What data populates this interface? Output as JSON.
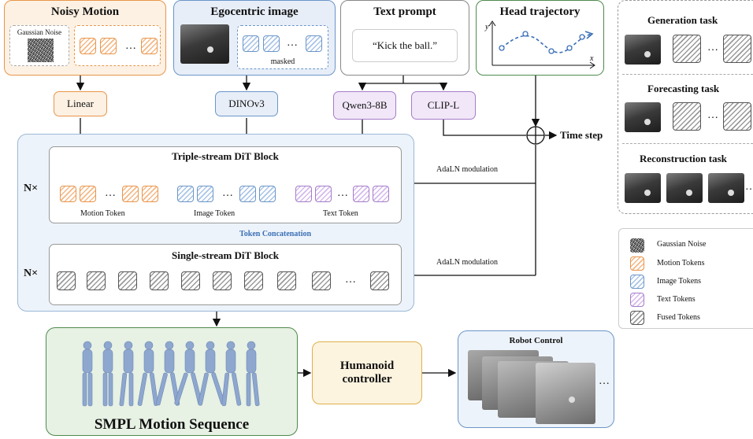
{
  "inputs": {
    "noisy_motion": {
      "title": "Noisy Motion",
      "noise_label": "Gaussian Noise"
    },
    "egocentric": {
      "title": "Egocentric image",
      "masked_label": "masked"
    },
    "text_prompt": {
      "title": "Text prompt",
      "prompt": "“Kick the ball.”"
    },
    "head_traj": {
      "title": "Head trajectory",
      "y_axis": "y",
      "x_axis": "x"
    }
  },
  "encoders": {
    "linear": "Linear",
    "dino": "DINOv3",
    "qwen": "Qwen3-8B",
    "clip": "CLIP-L"
  },
  "timestep": "Time step",
  "ellipsis": "…",
  "dit": {
    "n_times": "N×",
    "triple_title": "Triple-stream DiT Block",
    "motion_token": "Motion Token",
    "image_token": "Image Token",
    "text_token": "Text Token",
    "token_concat": "Token Concatenation",
    "single_title": "Single-stream DiT Block",
    "adaln": "AdaLN modulation"
  },
  "tasks": {
    "generation": "Generation task",
    "forecasting": "Forecasting task",
    "reconstruction": "Reconstruction task"
  },
  "legend": [
    {
      "label": "Gaussian Noise",
      "kind": "noise"
    },
    {
      "label": "Motion Tokens",
      "kind": "orange"
    },
    {
      "label": "Image Tokens",
      "kind": "blue"
    },
    {
      "label": "Text Tokens",
      "kind": "purple"
    },
    {
      "label": "Fused Tokens",
      "kind": "gray"
    }
  ],
  "outputs": {
    "smpl": "SMPL Motion Sequence",
    "controller_line1": "Humanoid",
    "controller_line2": "controller",
    "robot": "Robot Control"
  },
  "colors": {
    "orange": "#e8954a",
    "blue": "#6b95c8",
    "purple": "#a57cc9",
    "green": "#4e8a4e",
    "gray": "#555555",
    "accent_blue": "#3a6fb5"
  }
}
